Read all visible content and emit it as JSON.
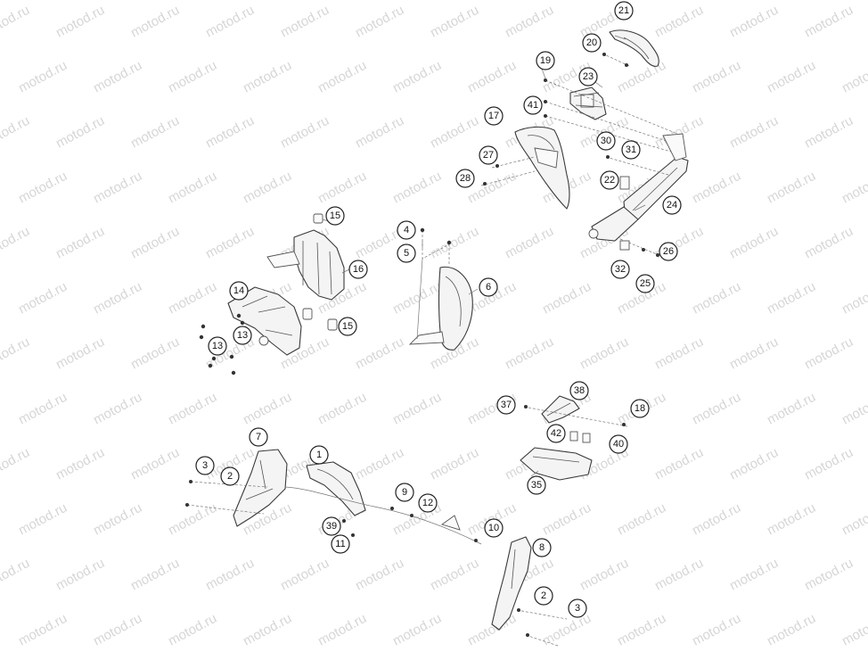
{
  "watermark": {
    "text": "motod.ru"
  },
  "callouts": [
    {
      "id": "c21",
      "label": "21"
    },
    {
      "id": "c20",
      "label": "20"
    },
    {
      "id": "c19",
      "label": "19"
    },
    {
      "id": "c23",
      "label": "23"
    },
    {
      "id": "c41",
      "label": "41"
    },
    {
      "id": "c17",
      "label": "17"
    },
    {
      "id": "c30",
      "label": "30"
    },
    {
      "id": "c31",
      "label": "31"
    },
    {
      "id": "c27",
      "label": "27"
    },
    {
      "id": "c28",
      "label": "28"
    },
    {
      "id": "c22",
      "label": "22"
    },
    {
      "id": "c24",
      "label": "24"
    },
    {
      "id": "c26",
      "label": "26"
    },
    {
      "id": "c32",
      "label": "32"
    },
    {
      "id": "c25",
      "label": "25"
    },
    {
      "id": "c15a",
      "label": "15"
    },
    {
      "id": "c16",
      "label": "16"
    },
    {
      "id": "c14",
      "label": "14"
    },
    {
      "id": "c13a",
      "label": "13"
    },
    {
      "id": "c13b",
      "label": "13"
    },
    {
      "id": "c15b",
      "label": "15"
    },
    {
      "id": "c4",
      "label": "4"
    },
    {
      "id": "c5",
      "label": "5"
    },
    {
      "id": "c6",
      "label": "6"
    },
    {
      "id": "c38",
      "label": "38"
    },
    {
      "id": "c37",
      "label": "37"
    },
    {
      "id": "c18",
      "label": "18"
    },
    {
      "id": "c42",
      "label": "42"
    },
    {
      "id": "c40",
      "label": "40"
    },
    {
      "id": "c35",
      "label": "35"
    },
    {
      "id": "c7",
      "label": "7"
    },
    {
      "id": "c1",
      "label": "1"
    },
    {
      "id": "c3a",
      "label": "3"
    },
    {
      "id": "c2a",
      "label": "2"
    },
    {
      "id": "c9",
      "label": "9"
    },
    {
      "id": "c12",
      "label": "12"
    },
    {
      "id": "c39",
      "label": "39"
    },
    {
      "id": "c11",
      "label": "11"
    },
    {
      "id": "c10",
      "label": "10"
    },
    {
      "id": "c8",
      "label": "8"
    },
    {
      "id": "c2b",
      "label": "2"
    },
    {
      "id": "c3b",
      "label": "3"
    }
  ]
}
